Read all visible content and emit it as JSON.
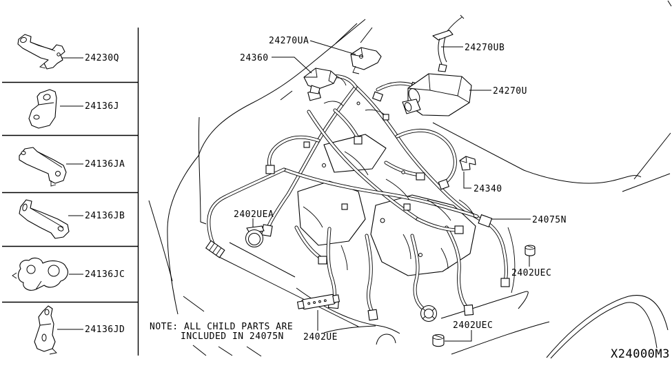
{
  "page": {
    "background_color": "#ffffff",
    "line_color": "#000000"
  },
  "left_panel": {
    "parts": [
      {
        "label": "24230Q"
      },
      {
        "label": "24136J"
      },
      {
        "label": "24136JA"
      },
      {
        "label": "24136JB"
      },
      {
        "label": "24136JC"
      },
      {
        "label": "24136JD"
      }
    ]
  },
  "main_diagram": {
    "callouts": [
      {
        "label": "24270UA"
      },
      {
        "label": "24360"
      },
      {
        "label": "24270UB"
      },
      {
        "label": "24270U"
      },
      {
        "label": "24340"
      },
      {
        "label": "24075N"
      },
      {
        "label": "2402UEA"
      },
      {
        "label": "2402UEC"
      },
      {
        "label": "2402UE"
      },
      {
        "label": "2402UEC"
      }
    ],
    "note": {
      "line1": "NOTE: ALL CHILD PARTS ARE",
      "line2": "INCLUDED IN 24075N"
    },
    "drawing_code": "X24000M3"
  }
}
